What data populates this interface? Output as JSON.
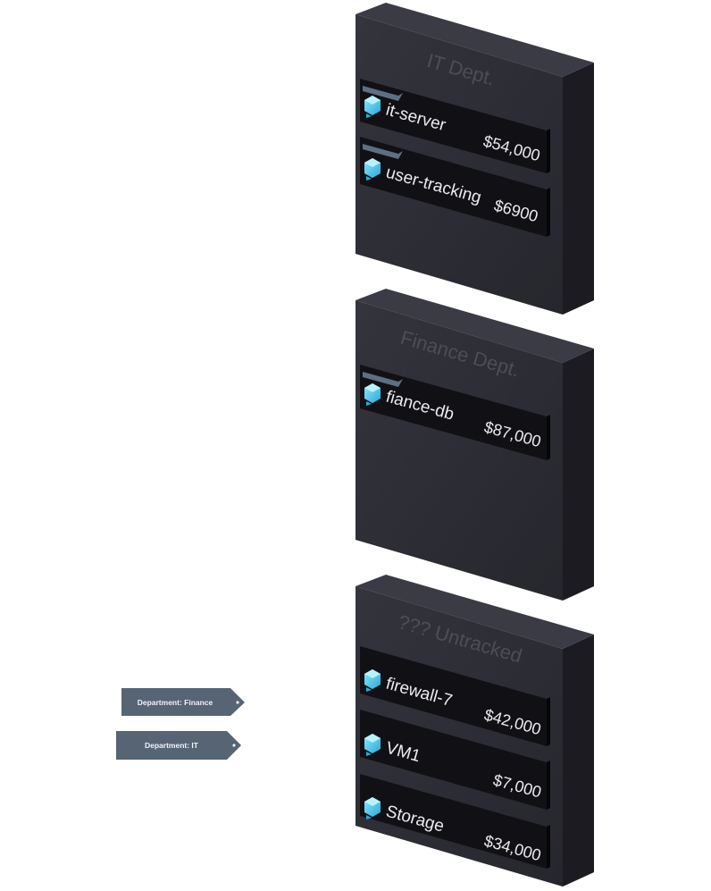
{
  "panels": [
    {
      "title": "IT Dept.",
      "resources": [
        {
          "name": "it-server",
          "cost": "$54,000",
          "tag": "Department: IT"
        },
        {
          "name": "user-tracking",
          "cost": "$6900",
          "tag": "Department: IT"
        }
      ]
    },
    {
      "title": "Finance Dept.",
      "resources": [
        {
          "name": "fiance-db",
          "cost": "$87,000",
          "tag": "Department: Finance"
        }
      ]
    },
    {
      "title": "??? Untracked",
      "resources": [
        {
          "name": "firewall-7",
          "cost": "$42,000"
        },
        {
          "name": "VM1",
          "cost": "$7,000"
        },
        {
          "name": "Storage",
          "cost": "$34,000"
        }
      ]
    }
  ],
  "tags": [
    {
      "label": "Department: Finance"
    },
    {
      "label": "Department: IT"
    }
  ],
  "colors": {
    "panel_front": "#2e2e36",
    "panel_side": "#1a1a20",
    "panel_top": "#3a3a44",
    "card": "#121216",
    "tag": "#566474",
    "icon": "#5fd0f0"
  }
}
